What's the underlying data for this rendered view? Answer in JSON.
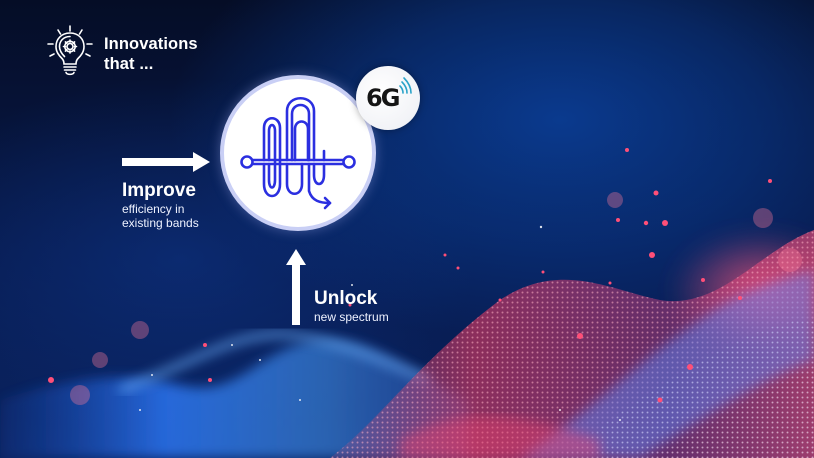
{
  "header": {
    "icon": "lightbulb-gear-icon",
    "line1": "Innovations",
    "line2": "that ..."
  },
  "center": {
    "icon": "spectrum-weave-icon",
    "icon_color": "#2b2fe0",
    "badge": {
      "label": "6G",
      "icon": "signal-waves-icon",
      "accent": "#2aa3c9"
    }
  },
  "improve": {
    "arrow": "arrow-right-icon",
    "title": "Improve",
    "subtitle_line1": "efficiency in",
    "subtitle_line2": "existing bands"
  },
  "unlock": {
    "arrow": "arrow-up-icon",
    "title": "Unlock",
    "subtitle": "new spectrum"
  },
  "colors": {
    "background_dark": "#050d26",
    "background_blue": "#0a3a8e",
    "wave_pink": "#e8436e",
    "wave_blue": "#2f7dff",
    "text": "#ffffff"
  }
}
